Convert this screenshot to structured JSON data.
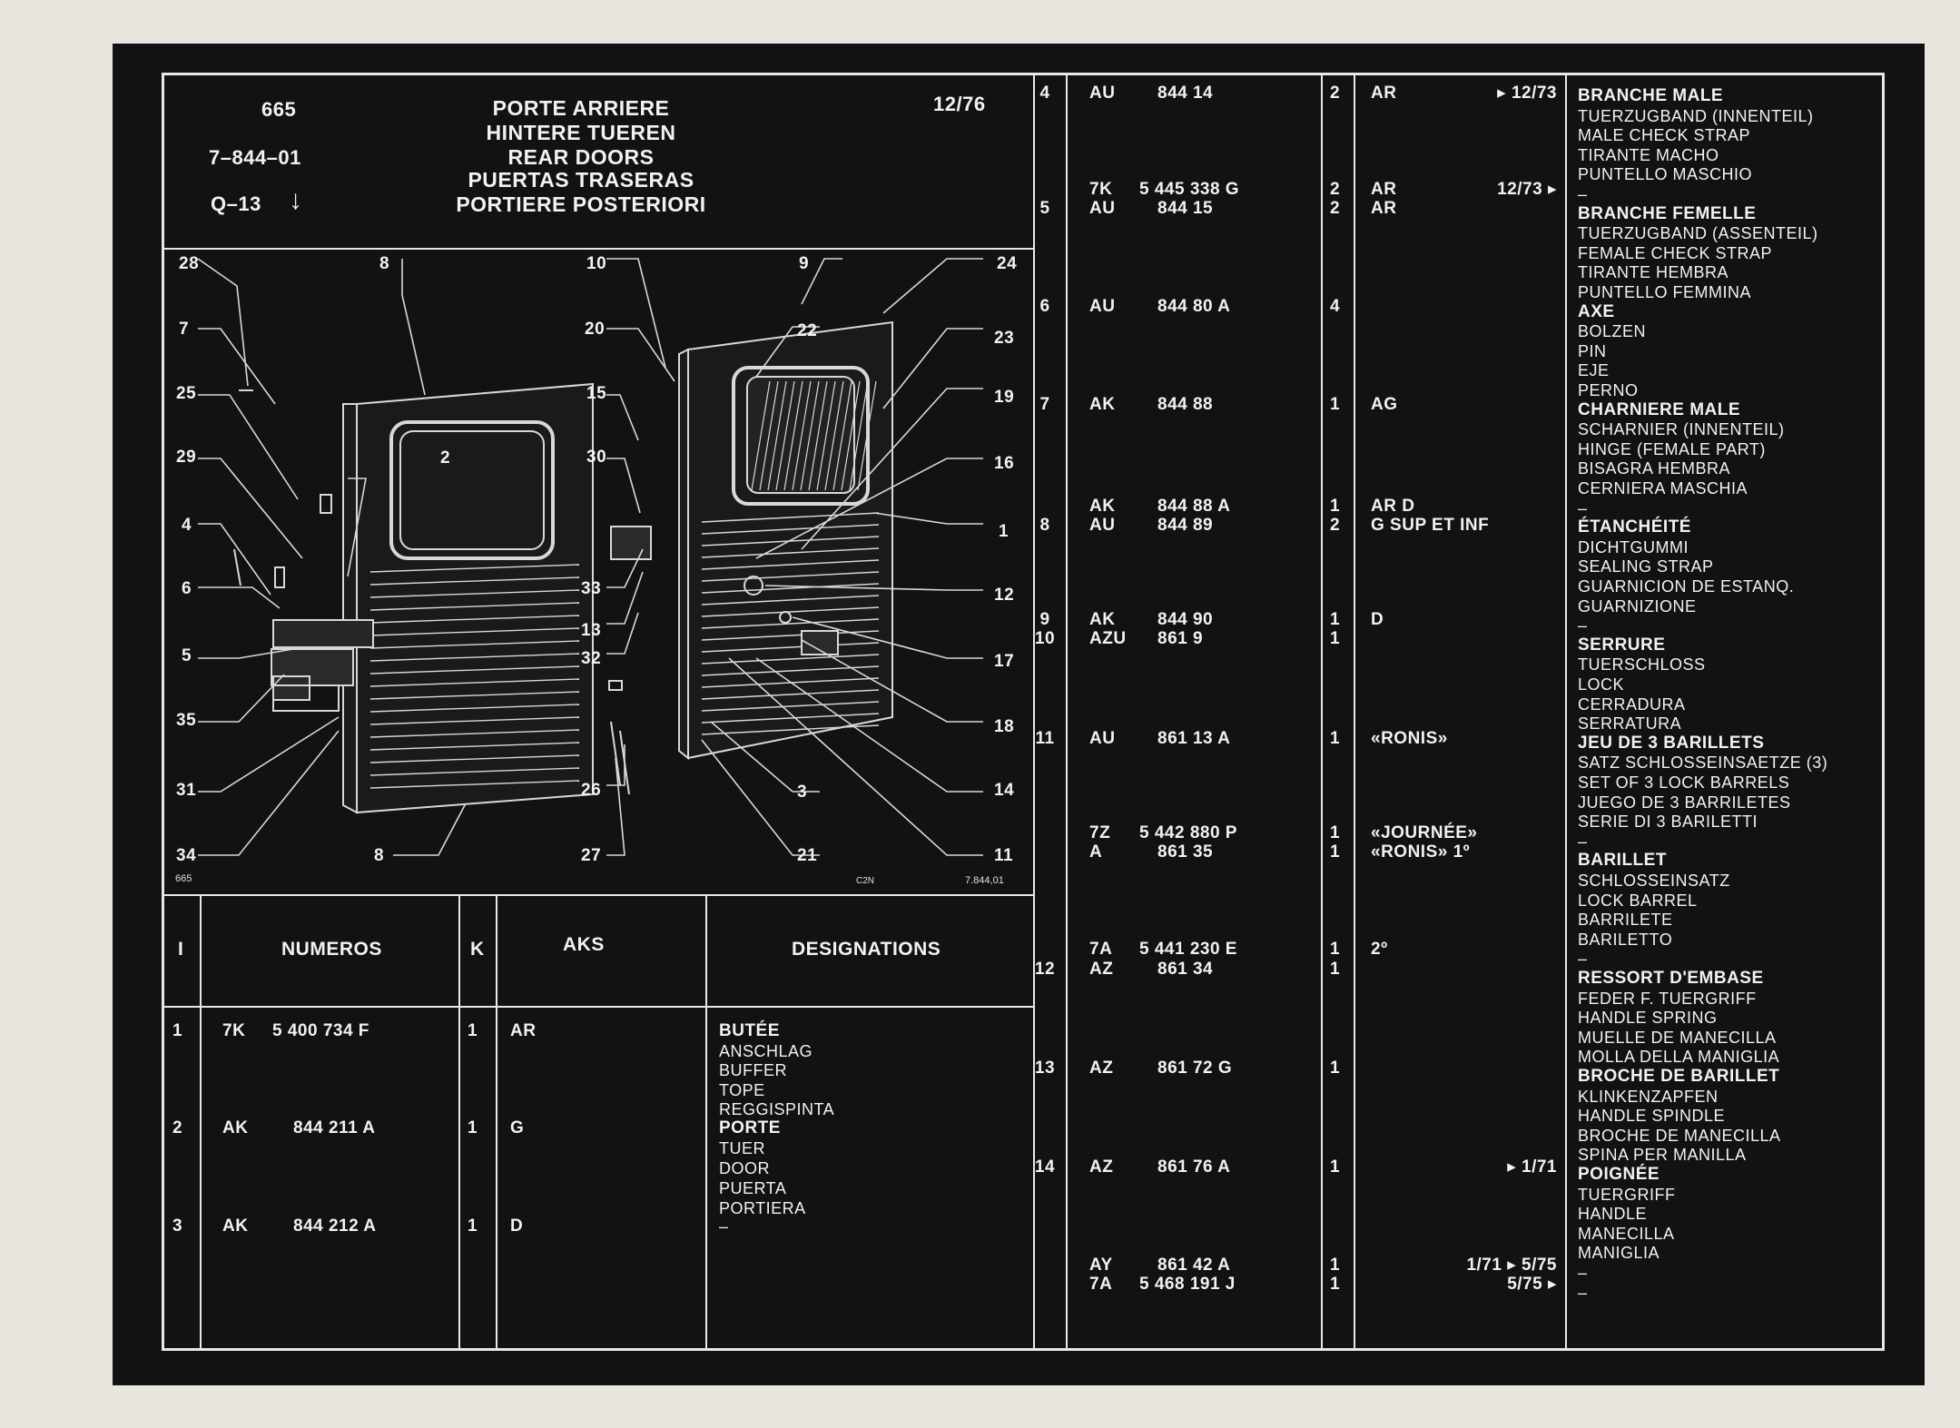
{
  "header": {
    "page_number": "665",
    "ref": "7–844–01",
    "grid": "Q–13",
    "date": "12/76",
    "arrow": "↓",
    "title_lines": [
      "PORTE ARRIERE",
      "HINTERE TUEREN",
      "REAR DOORS",
      "PUERTAS TRASERAS",
      "PORTIERE POSTERIORI"
    ]
  },
  "diagram": {
    "callouts": [
      "28",
      "7",
      "25",
      "29",
      "4",
      "6",
      "5",
      "35",
      "31",
      "34",
      "8",
      "2",
      "10",
      "20",
      "15",
      "30",
      "33",
      "13",
      "32",
      "26",
      "27",
      "9",
      "24",
      "22",
      "23",
      "19",
      "16",
      "1",
      "12",
      "17",
      "18",
      "14",
      "3",
      "21",
      "11",
      "8"
    ],
    "foot_left": "665",
    "foot_right": "7.844,01",
    "foot_mid": "C2N"
  },
  "table_headers": {
    "i": "I",
    "numeros": "NUMEROS",
    "k": "K",
    "aks": "AKS",
    "designations": "DESIGNATIONS"
  },
  "left_rows": [
    {
      "i": "1",
      "pre": "7K",
      "num": "5 400 734 F",
      "k": "1",
      "aks": "AR",
      "main": "BUTÉE",
      "subs": [
        "ANSCHLAG",
        "BUFFER",
        "TOPE",
        "REGGISPINTA"
      ]
    },
    {
      "i": "2",
      "pre": "AK",
      "num": "844 211 A",
      "k": "1",
      "aks": "G",
      "main": "PORTE",
      "subs": [
        "TUER",
        "DOOR",
        "PUERTA",
        "PORTIERA"
      ]
    },
    {
      "i": "3",
      "pre": "AK",
      "num": "844 212 A",
      "k": "1",
      "aks": "D",
      "main": "",
      "subs": [
        "–"
      ]
    }
  ],
  "right_rows": [
    {
      "i": "4",
      "pre": "AU",
      "num": "844 14",
      "k": "2",
      "aks": "AR",
      "date": "▸ 12/73"
    },
    {
      "i": "",
      "pre": "7K",
      "num": "5 445 338 G",
      "k": "2",
      "aks": "AR",
      "date": "12/73 ▸"
    },
    {
      "i": "5",
      "pre": "AU",
      "num": "844 15",
      "k": "2",
      "aks": "AR",
      "date": ""
    },
    {
      "i": "6",
      "pre": "AU",
      "num": "844 80 A",
      "k": "4",
      "aks": "",
      "date": ""
    },
    {
      "i": "7",
      "pre": "AK",
      "num": "844 88",
      "k": "1",
      "aks": "AG",
      "date": ""
    },
    {
      "i": "",
      "pre": "AK",
      "num": "844 88 A",
      "k": "1",
      "aks": "AR D",
      "date": ""
    },
    {
      "i": "8",
      "pre": "AU",
      "num": "844 89",
      "k": "2",
      "aks": "G SUP ET INF",
      "date": ""
    },
    {
      "i": "9",
      "pre": "AK",
      "num": "844 90",
      "k": "1",
      "aks": "D",
      "date": ""
    },
    {
      "i": "10",
      "pre": "AZU",
      "num": "861 9",
      "k": "1",
      "aks": "",
      "date": ""
    },
    {
      "i": "11",
      "pre": "AU",
      "num": "861 13 A",
      "k": "1",
      "aks": "«RONIS»",
      "date": ""
    },
    {
      "i": "",
      "pre": "7Z",
      "num": "5 442 880 P",
      "k": "1",
      "aks": "«JOURNÉE»",
      "date": ""
    },
    {
      "i": "",
      "pre": "A",
      "num": "861 35",
      "k": "1",
      "aks": "«RONIS» 1º",
      "date": ""
    },
    {
      "i": "",
      "pre": "7A",
      "num": "5 441 230 E",
      "k": "1",
      "aks": "2º",
      "date": ""
    },
    {
      "i": "12",
      "pre": "AZ",
      "num": "861 34",
      "k": "1",
      "aks": "",
      "date": ""
    },
    {
      "i": "13",
      "pre": "AZ",
      "num": "861 72 G",
      "k": "1",
      "aks": "",
      "date": ""
    },
    {
      "i": "14",
      "pre": "AZ",
      "num": "861 76 A",
      "k": "1",
      "aks": "",
      "date": "▸ 1/71"
    },
    {
      "i": "",
      "pre": "AY",
      "num": "861 42 A",
      "k": "1",
      "aks": "",
      "date": "1/71 ▸ 5/75"
    },
    {
      "i": "",
      "pre": "7A",
      "num": "5 468 191 J",
      "k": "1",
      "aks": "",
      "date": "5/75 ▸"
    }
  ],
  "right_designations": [
    {
      "main": "BRANCHE MALE",
      "subs": [
        "TUERZUGBAND (INNENTEIL)",
        "MALE CHECK STRAP",
        "TIRANTE MACHO",
        "PUNTELLO MASCHIO",
        "–"
      ]
    },
    {
      "main": "BRANCHE FEMELLE",
      "subs": [
        "TUERZUGBAND (ASSENTEIL)",
        "FEMALE CHECK STRAP",
        "TIRANTE HEMBRA",
        "PUNTELLO FEMMINA"
      ]
    },
    {
      "main": "AXE",
      "subs": [
        "BOLZEN",
        "PIN",
        "EJE",
        "PERNO"
      ]
    },
    {
      "main": "CHARNIERE MALE",
      "subs": [
        "SCHARNIER (INNENTEIL)",
        "HINGE (FEMALE PART)",
        "BISAGRA HEMBRA",
        "CERNIERA MASCHIA",
        "–"
      ]
    },
    {
      "main": "ÉTANCHÉITÉ",
      "subs": [
        "DICHTGUMMI",
        "SEALING STRAP",
        "GUARNICION DE ESTANQ.",
        "GUARNIZIONE",
        "–"
      ]
    },
    {
      "main": "SERRURE",
      "subs": [
        "TUERSCHLOSS",
        "LOCK",
        "CERRADURA",
        "SERRATURA"
      ]
    },
    {
      "main": "JEU DE 3 BARILLETS",
      "subs": [
        "SATZ SCHLOSSEINSAETZE (3)",
        "SET OF 3 LOCK BARRELS",
        "JUEGO DE 3 BARRILETES",
        "SERIE DI 3 BARILETTI",
        "–"
      ]
    },
    {
      "main": "BARILLET",
      "subs": [
        "SCHLOSSEINSATZ",
        "LOCK BARREL",
        "BARRILETE",
        "BARILETTO",
        "–"
      ]
    },
    {
      "main": "RESSORT D'EMBASE",
      "subs": [
        "FEDER F. TUERGRIFF",
        "HANDLE SPRING",
        "MUELLE DE MANECILLA",
        "MOLLA DELLA MANIGLIA"
      ]
    },
    {
      "main": "BROCHE DE BARILLET",
      "subs": [
        "KLINKENZAPFEN",
        "HANDLE SPINDLE",
        "BROCHE DE MANECILLA",
        "SPINA PER MANILLA"
      ]
    },
    {
      "main": "POIGNÉE",
      "subs": [
        "TUERGRIFF",
        "HANDLE",
        "MANECILLA",
        "MANIGLIA",
        "–",
        "–"
      ]
    }
  ]
}
